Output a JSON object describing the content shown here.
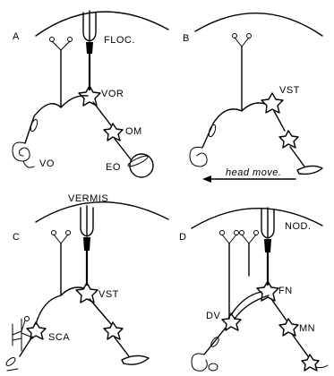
{
  "panels": [
    {
      "letter": "A",
      "labels": {
        "cortex": "FLOC.",
        "nucleus": "VOR",
        "motoneuron": "OM",
        "vestibular_organ": "VO",
        "eye": "EO"
      }
    },
    {
      "letter": "B",
      "labels": {
        "nucleus": "VST",
        "arrow": "head move."
      }
    },
    {
      "letter": "C",
      "title": "VERMIS",
      "labels": {
        "nucleus": "VST",
        "spinal": "SCA"
      }
    },
    {
      "letter": "D",
      "labels": {
        "cortex": "NOD.",
        "nucleus": "FN",
        "left_nucleus": "DV",
        "motoneuron": "MN"
      }
    }
  ]
}
